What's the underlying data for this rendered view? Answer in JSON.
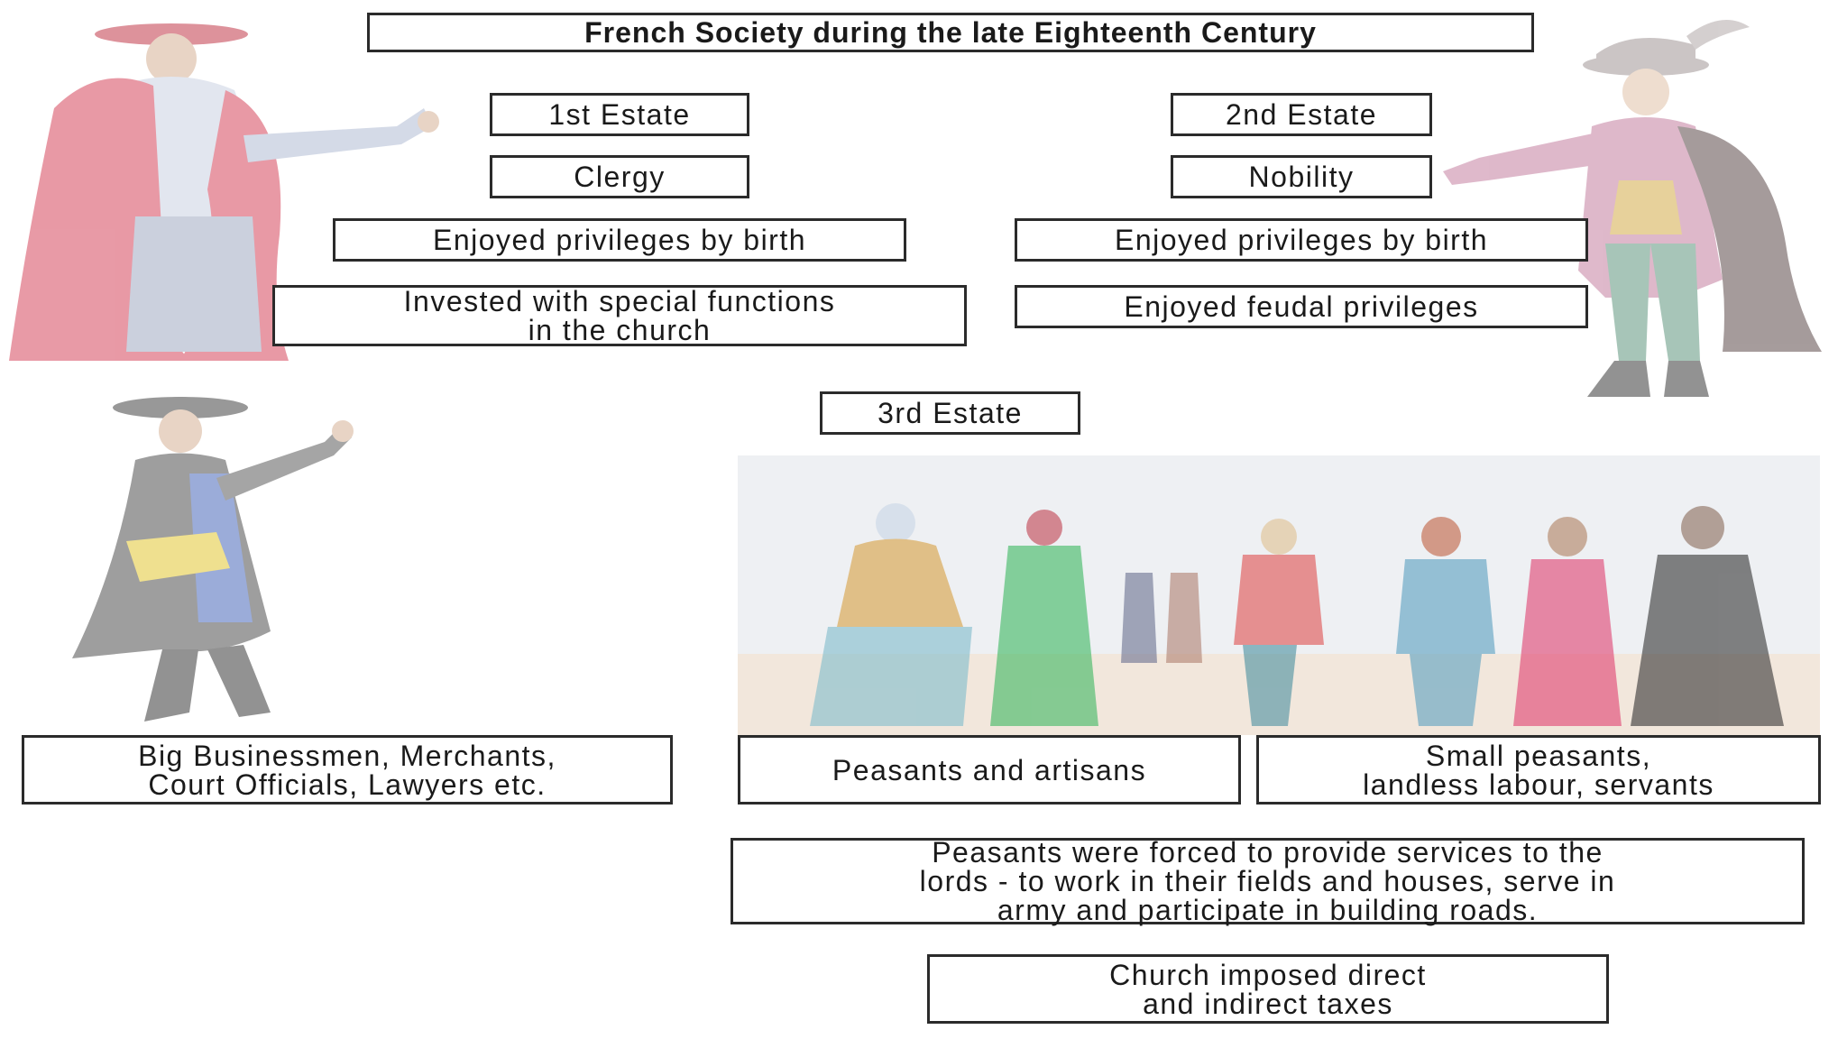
{
  "title": "French Society during the late Eighteenth Century",
  "first_estate": {
    "heading": "1st Estate",
    "group": "Clergy",
    "privilege_1": "Enjoyed privileges by birth",
    "privilege_2": "Invested with special functions\nin the church"
  },
  "second_estate": {
    "heading": "2nd Estate",
    "group": "Nobility",
    "privilege_1": "Enjoyed privileges by birth",
    "privilege_2": "Enjoyed feudal privileges"
  },
  "third_estate": {
    "heading": "3rd Estate",
    "group_1": "Big Businessmen, Merchants,\nCourt Officials, Lawyers etc.",
    "group_2": "Peasants and artisans",
    "group_3": "Small peasants,\nlandless labour, servants",
    "note_services": "Peasants were forced to provide services to the\nlords - to work in their fields and houses, serve in\narmy and participate in building roads.",
    "note_taxes": "Church imposed direct\nand indirect taxes"
  },
  "illustrations": {
    "clergy": "cardinal-figure",
    "noble": "nobleman-figure",
    "bourgeois": "merchant-figure",
    "crowd": "peasants-crowd"
  }
}
